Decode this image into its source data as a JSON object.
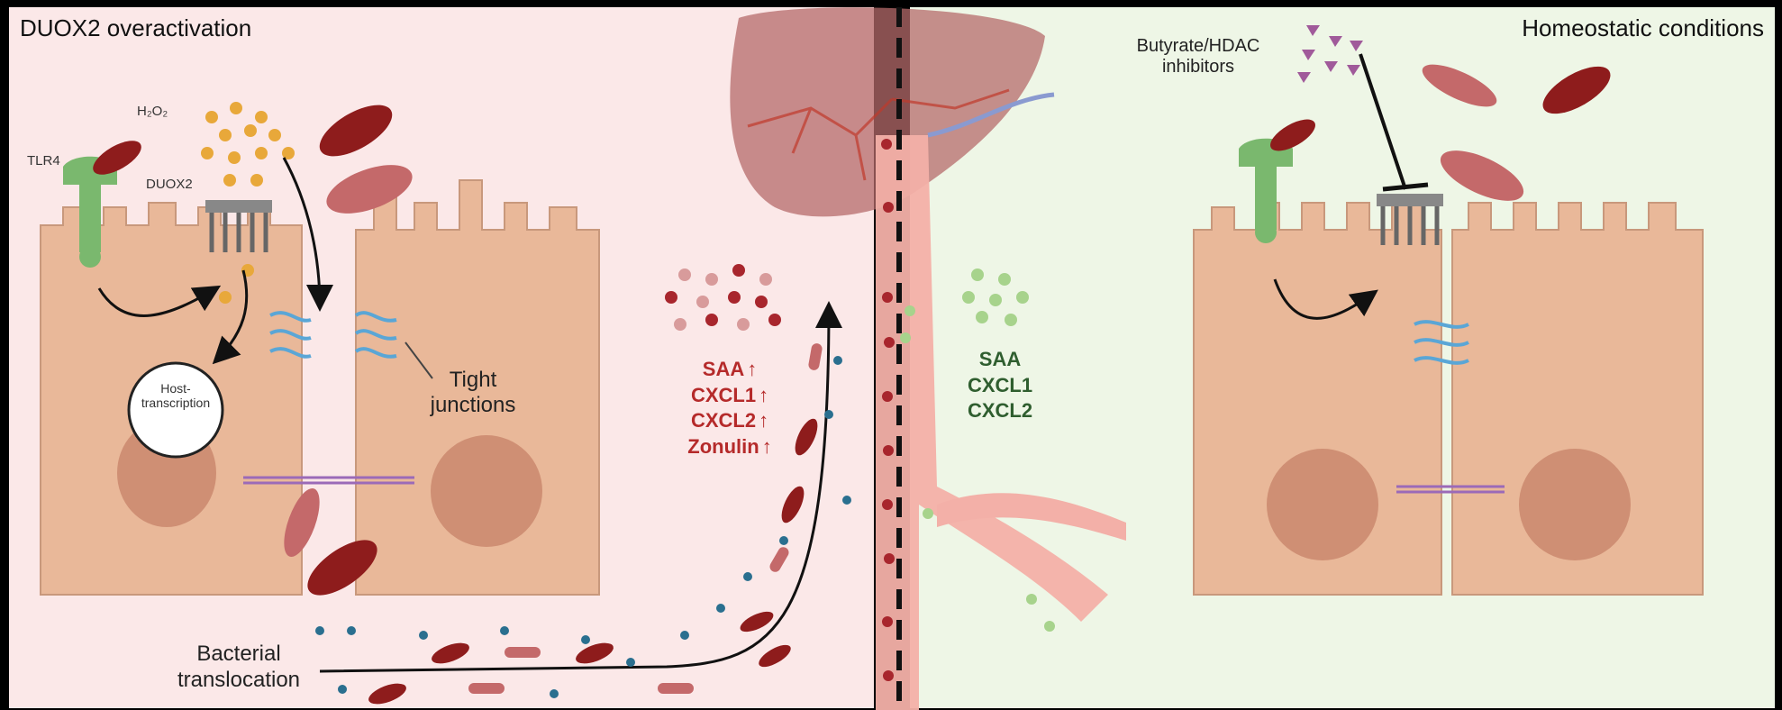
{
  "panels": {
    "left_title": "DUOX2 overactivation",
    "right_title": "Homeostatic conditions"
  },
  "labels": {
    "h2o2": "H₂O₂",
    "tlr4": "TLR4",
    "duox2": "DUOX2",
    "host_transcription": "Host-\ntranscription",
    "tight_junctions": "Tight\njunctions",
    "bacterial_translocation": "Bacterial\ntranslocation",
    "butyrate": "Butyrate/HDAC\ninhibitors"
  },
  "cytokines_elevated": [
    "SAA",
    "CXCL1",
    "CXCL2",
    "Zonulin"
  ],
  "elevated_marker": "↑",
  "cytokines_normal": [
    "SAA",
    "CXCL1",
    "CXCL2"
  ],
  "colors": {
    "left_bg": "#fbe8e8",
    "right_bg": "#eef6e6",
    "cell": "#e9b899",
    "nucleus": "#cf8f74",
    "bacteria": "#8e1c1c",
    "tlr4": "#7ab86e",
    "duox2": "#777777",
    "tight_junction": "#5aa6d6",
    "elevated_text": "#b52a2a",
    "normal_text": "#2f5e2f",
    "liver": "#b56b6b",
    "vessel": "#f3b0a8"
  }
}
